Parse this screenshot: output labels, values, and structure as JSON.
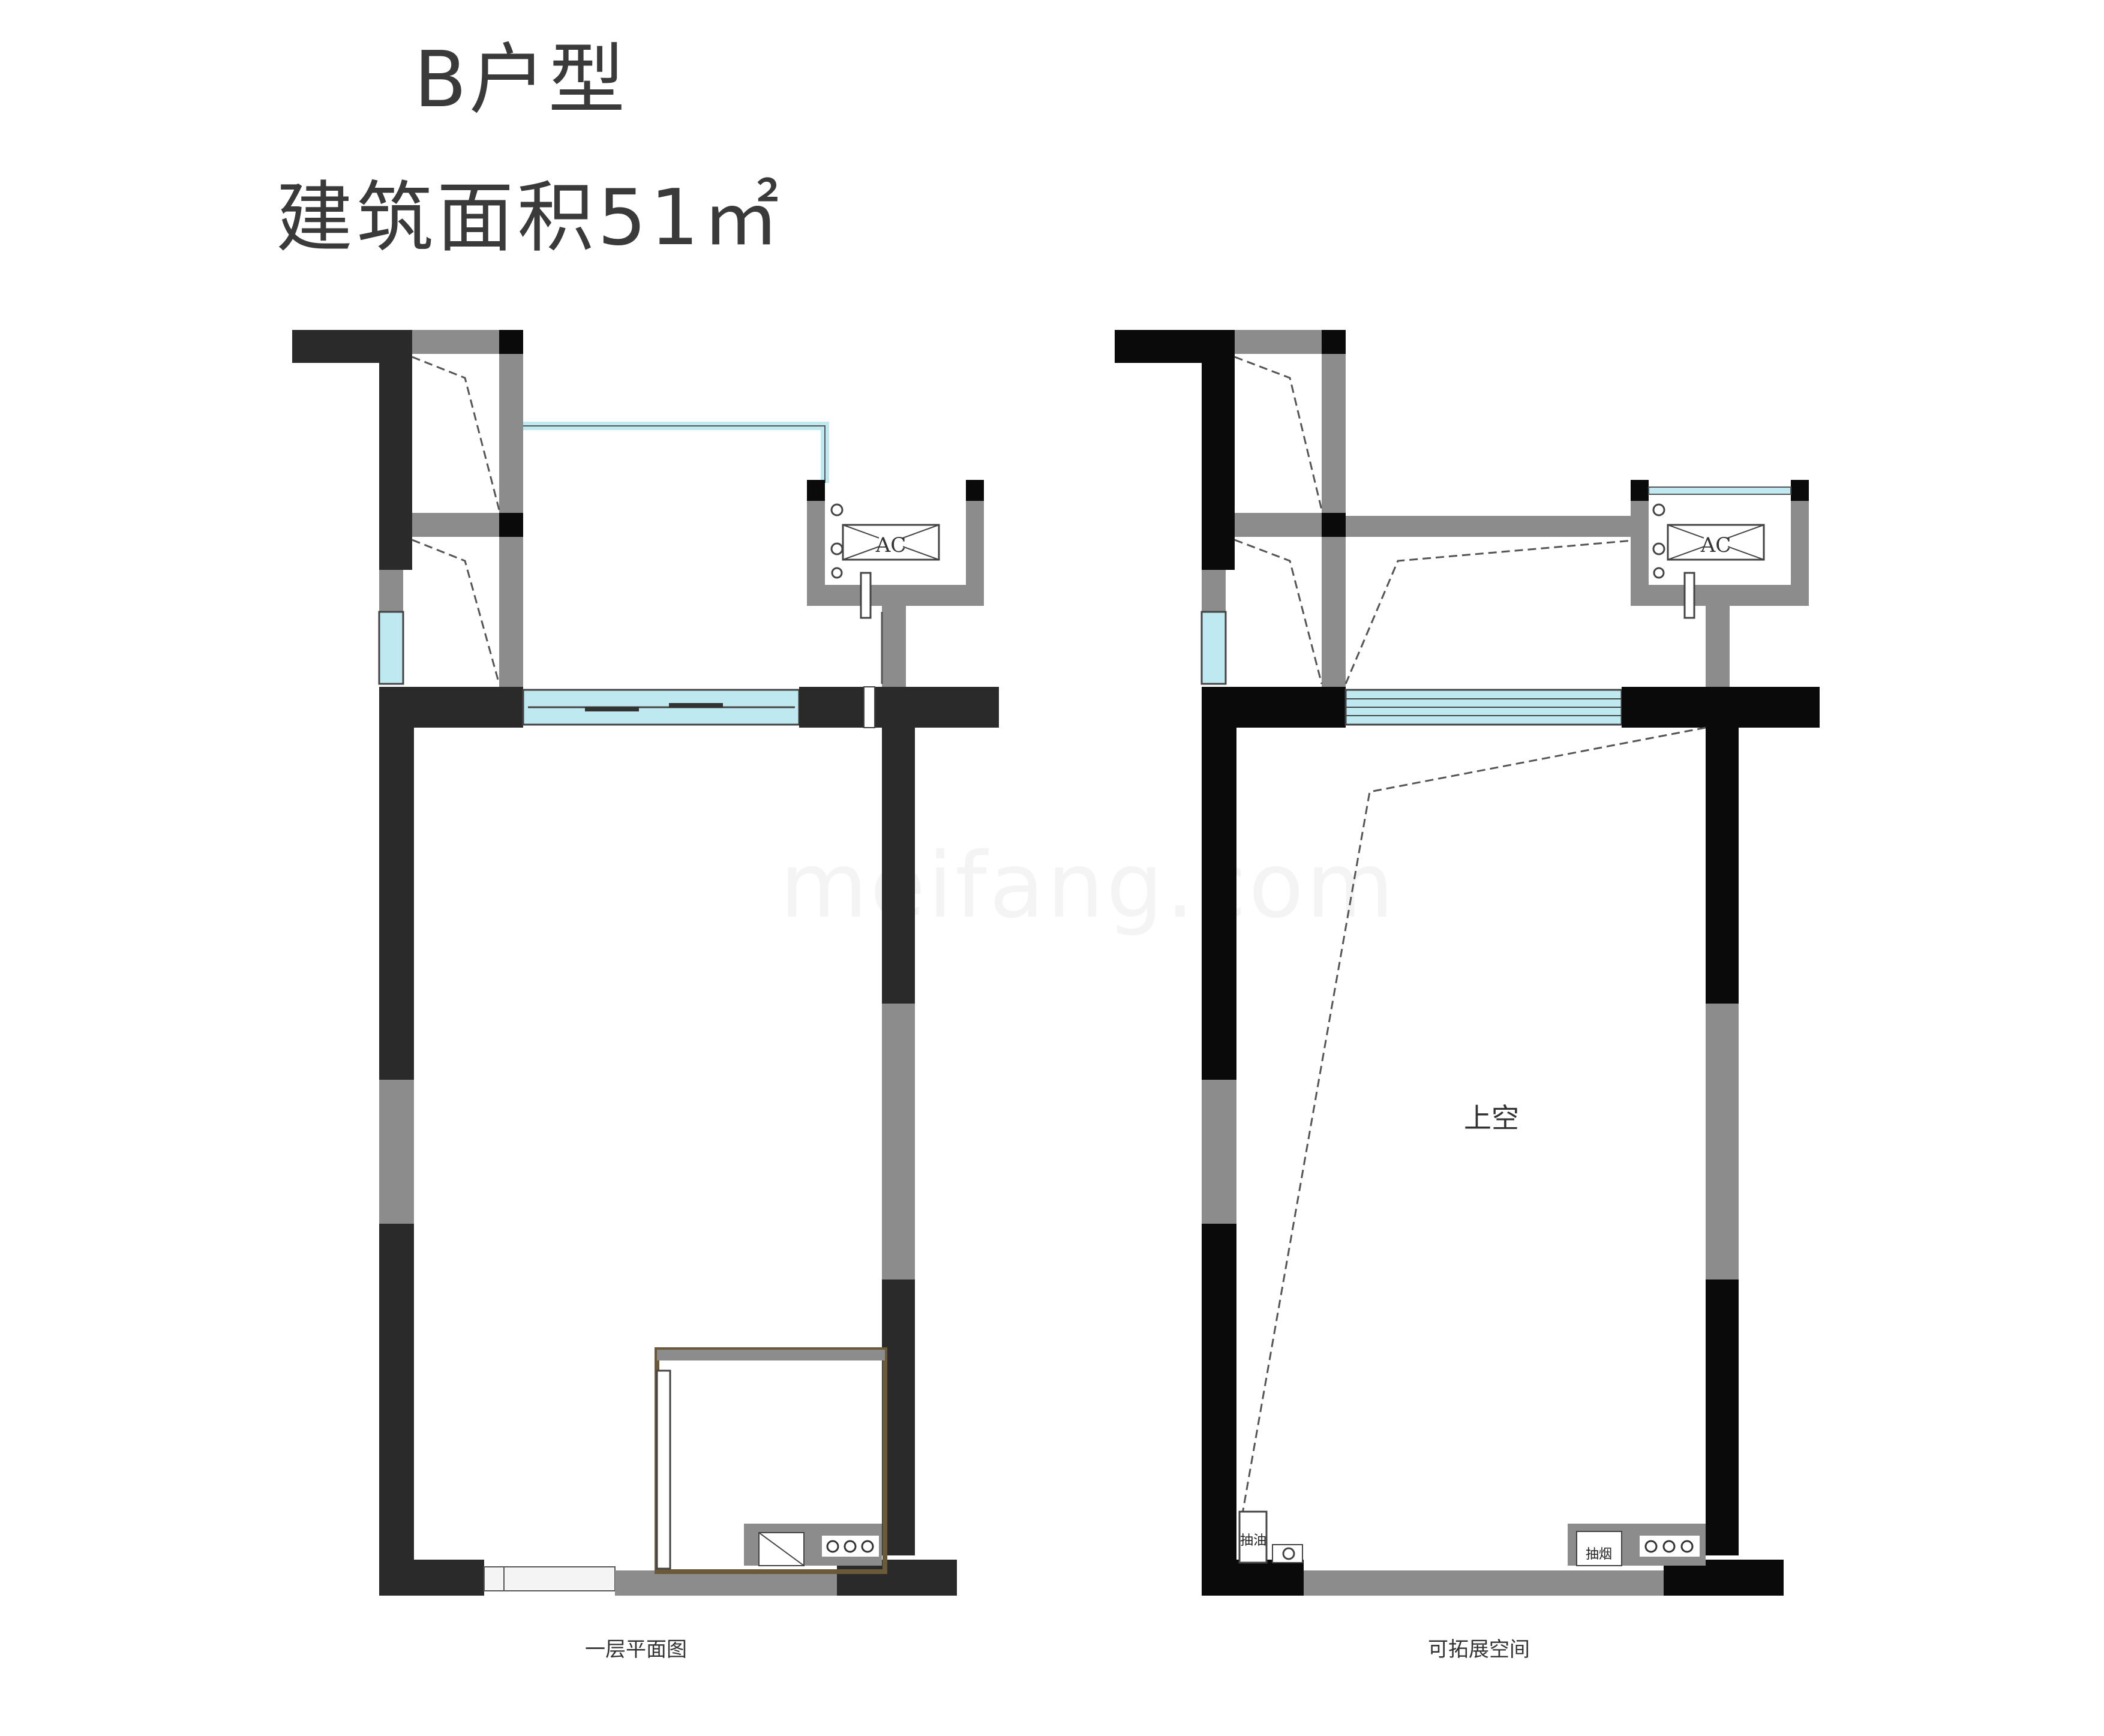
{
  "header": {
    "unit_type": "B户型",
    "area": "建筑面积51㎡"
  },
  "plans": {
    "left_caption": "一层平面图",
    "right_caption": "可拓展空间",
    "ac_label": "AC",
    "void_label": "上空",
    "appliance_left": "抽油",
    "appliance_right": "抽烟"
  },
  "watermark": "meifang.com",
  "colors": {
    "wall_black": "#0a0a0a",
    "wall_dark": "#2a2a2a",
    "wall_gray": "#8c8c8c",
    "glass": "#bfe9f0"
  }
}
